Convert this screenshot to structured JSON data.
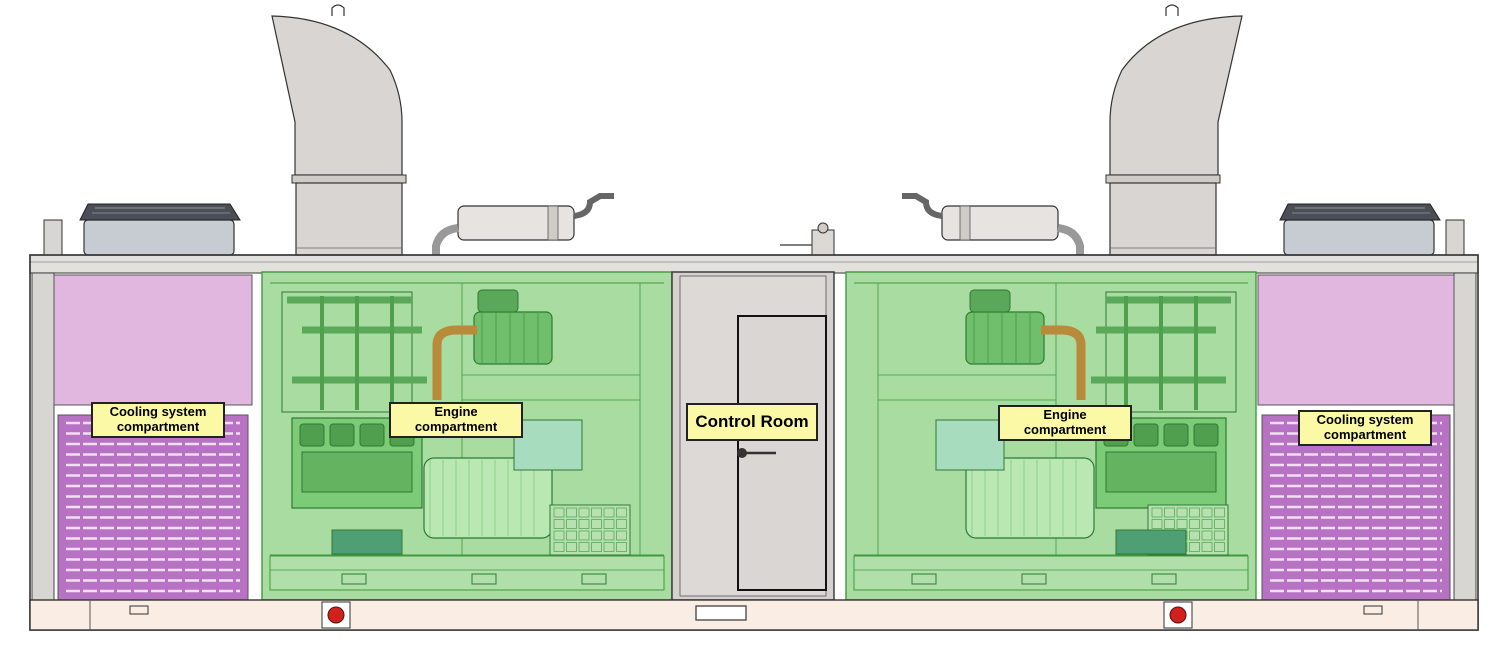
{
  "labels": {
    "cooling_left": {
      "line1": "Cooling system",
      "line2": "compartment"
    },
    "engine_left": {
      "line1": "Engine",
      "line2": "compartment"
    },
    "control_room": {
      "line1": "Control Room"
    },
    "engine_right": {
      "line1": "Engine",
      "line2": "compartment"
    },
    "cooling_right": {
      "line1": "Cooling system",
      "line2": "compartment"
    }
  },
  "colors": {
    "cooling": "#e2b7df",
    "cooling_louver": "#b872c4",
    "engine": "#a9dca1",
    "engine_line": "#3e9a3e",
    "control": "#d4d1ce",
    "frame": "#d8d6d3",
    "base": "#faeee4",
    "stack": "#d8d5d2",
    "label_bg": "#fbf8a6"
  }
}
